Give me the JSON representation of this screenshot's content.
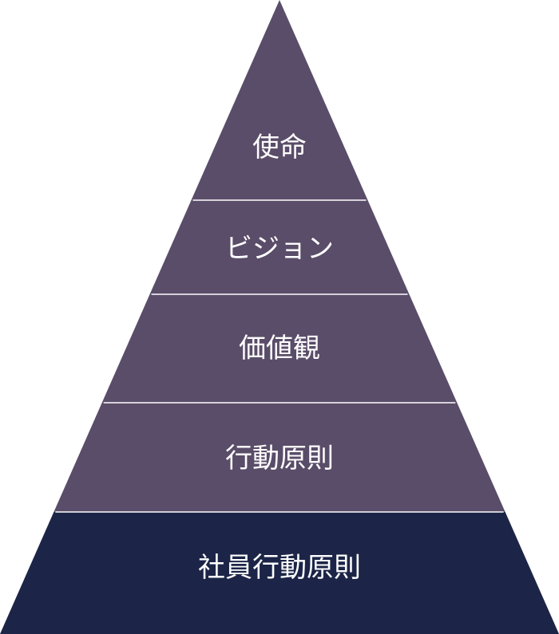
{
  "pyramid": {
    "tiers": [
      {
        "label": "使命",
        "color": "#5a4d69"
      },
      {
        "label": "ビジョン",
        "color": "#5a4d69"
      },
      {
        "label": "価値観",
        "color": "#5a4d69"
      },
      {
        "label": "行動原則",
        "color": "#5a4d69"
      },
      {
        "label": "社員行動原則",
        "color": "#1c2547"
      }
    ],
    "divider_color": "#ffffff"
  }
}
